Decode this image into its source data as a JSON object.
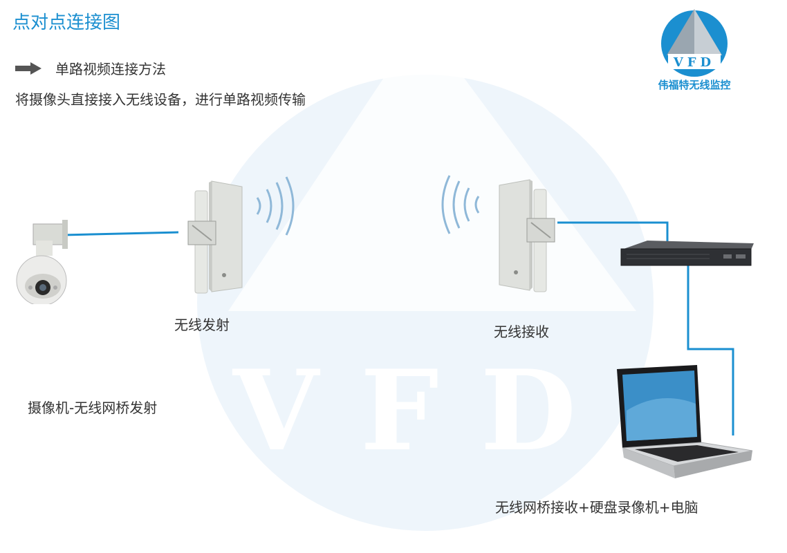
{
  "title": "点对点连接图",
  "method": "单路视频连接方法",
  "description": "将摄像头直接接入无线设备，进行单路视频传输",
  "labels": {
    "transmit": "无线发射",
    "receive": "无线接收",
    "camera_side": "摄像机-无线网桥发射",
    "receive_side": "无线网桥接收+硬盘录像机+电脑"
  },
  "logo": {
    "letters": "VFD",
    "brand": "伟福特无线监控"
  },
  "watermark": "VFD",
  "colors": {
    "accent": "#1b8fd0",
    "cable": "#1a8fd0",
    "watermark": "#e8f2fa"
  },
  "icons": [
    "arrow-right-icon",
    "ptz-camera-icon",
    "panel-antenna-icon",
    "wifi-signal-icon",
    "dvr-box-icon",
    "laptop-icon"
  ]
}
